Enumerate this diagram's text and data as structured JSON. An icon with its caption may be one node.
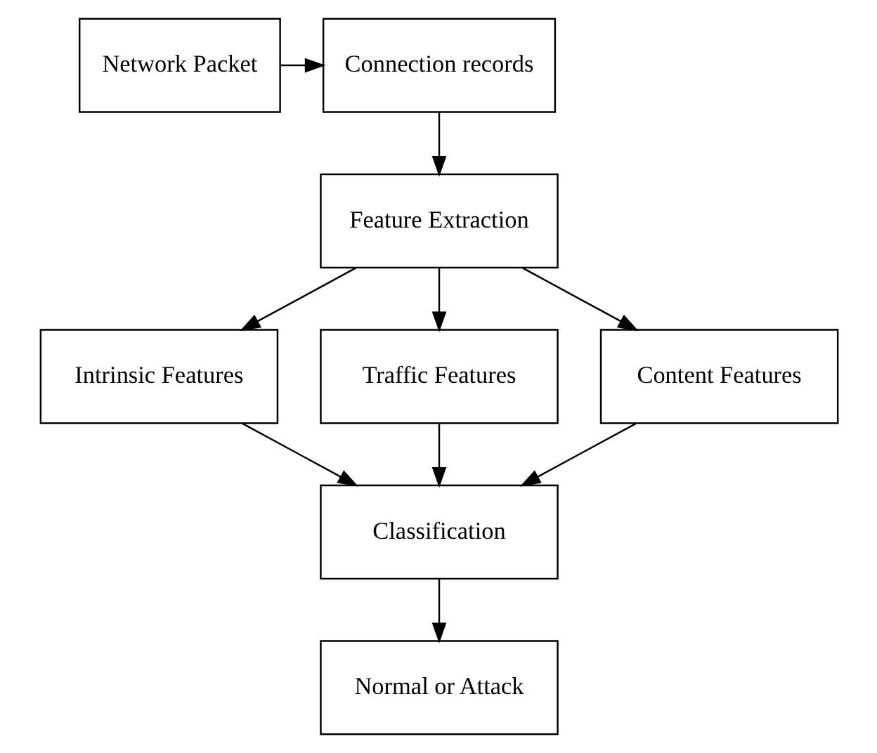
{
  "diagram": {
    "nodes": [
      {
        "text": [
          "Network Packet"
        ]
      },
      {
        "text": [
          "Connection records"
        ]
      },
      {
        "text": [
          "Feature Extraction"
        ]
      },
      {
        "text": [
          "Intrinsic Features"
        ]
      },
      {
        "text": [
          "Traffic Features"
        ]
      },
      {
        "text": [
          "Content Features"
        ]
      },
      {
        "text": [
          "Classification"
        ]
      },
      {
        "text": [
          "Normal or Attack"
        ]
      }
    ],
    "edges": [
      {
        "from": 0,
        "to": 1,
        "arrow": "to"
      },
      {
        "from": 1,
        "to": 2,
        "arrow": "to"
      },
      {
        "from": 2,
        "to": 3,
        "arrow": "to"
      },
      {
        "from": 2,
        "to": 4,
        "arrow": "to"
      },
      {
        "from": 2,
        "to": 5,
        "arrow": "to"
      },
      {
        "from": 3,
        "to": 6,
        "arrow": "to"
      },
      {
        "from": 4,
        "to": 6,
        "arrow": "to"
      },
      {
        "from": 5,
        "to": 6,
        "arrow": "to"
      },
      {
        "from": 6,
        "to": 7,
        "arrow": "to"
      }
    ]
  }
}
